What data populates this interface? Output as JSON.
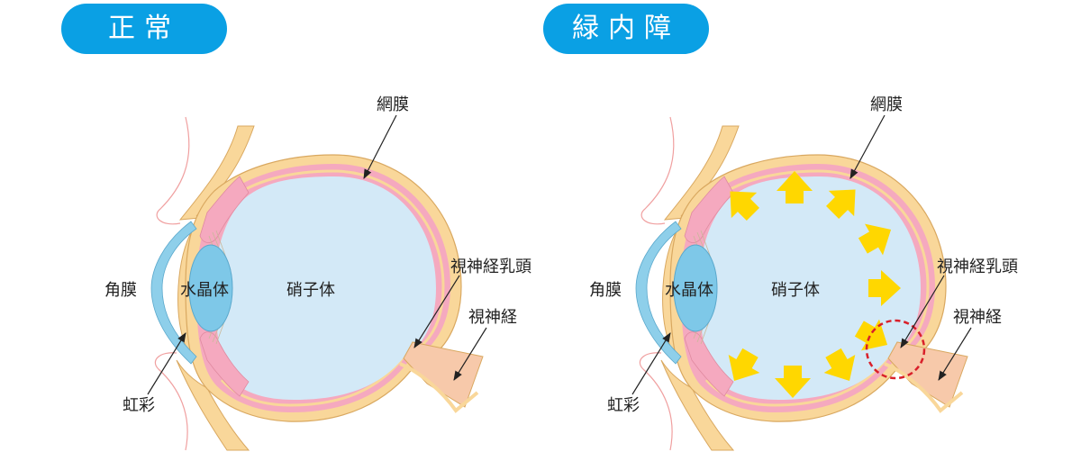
{
  "panels": {
    "normal": {
      "title": "正常",
      "labels": {
        "retina": "網膜",
        "optic_disc": "視神経乳頭",
        "optic_nerve": "視神経",
        "cornea": "角膜",
        "lens": "水晶体",
        "vitreous": "硝子体",
        "iris": "虹彩"
      }
    },
    "glaucoma": {
      "title": "緑内障",
      "labels": {
        "retina": "網膜",
        "optic_disc": "視神経乳頭",
        "optic_nerve": "視神経",
        "cornea": "角膜",
        "lens": "水晶体",
        "vitreous": "硝子体",
        "iris": "虹彩"
      }
    }
  },
  "colors": {
    "header": "#0aa0e4",
    "sclera": "#f9d79a",
    "choroid": "#f5a9bf",
    "vitreous": "#d3e9f7",
    "lens": "#7ec8e8",
    "cornea": "#8ecfea",
    "optic_nerve": "#f7c9aa",
    "pressure_arrow": "#ffd700",
    "damage_circle": "#d9202a"
  }
}
